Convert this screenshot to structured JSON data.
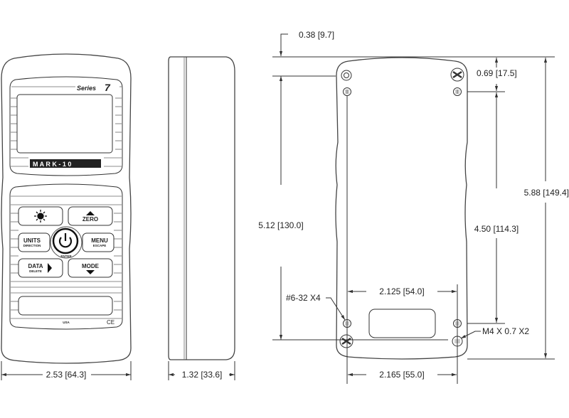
{
  "front_view": {
    "series_label": "Series",
    "series_number": "7",
    "brand_logo": "MARK-10",
    "buttons": {
      "backlight_icon": "sun-icon",
      "zero": "ZERO",
      "units": "UNITS",
      "units_sub": "DIRECTION",
      "power_sub": "ENTER",
      "menu": "MENU",
      "menu_sub": "ESCAPE",
      "data": "DATA",
      "data_sub": "DELETE",
      "mode": "MODE"
    },
    "origin_label": "USA",
    "ce_mark": "CE",
    "width_dim": "2.53 [64.3]"
  },
  "side_view": {
    "depth_dim": "1.32 [33.6]"
  },
  "back_view": {
    "top_offset_dim": "0.38 [9.7]",
    "hole_offset_dim": "0.69 [17.5]",
    "outer_hole_span_dim": "5.12 [130.0]",
    "inner_hole_span_dim": "4.50 [114.3]",
    "overall_height_dim": "5.88 [149.4]",
    "inner_width_dim": "2.125 [54.0]",
    "outer_width_dim": "2.165 [55.0]",
    "small_thread_callout": "#6-32 X4",
    "large_thread_callout": "M4 X 0.7 X2"
  }
}
